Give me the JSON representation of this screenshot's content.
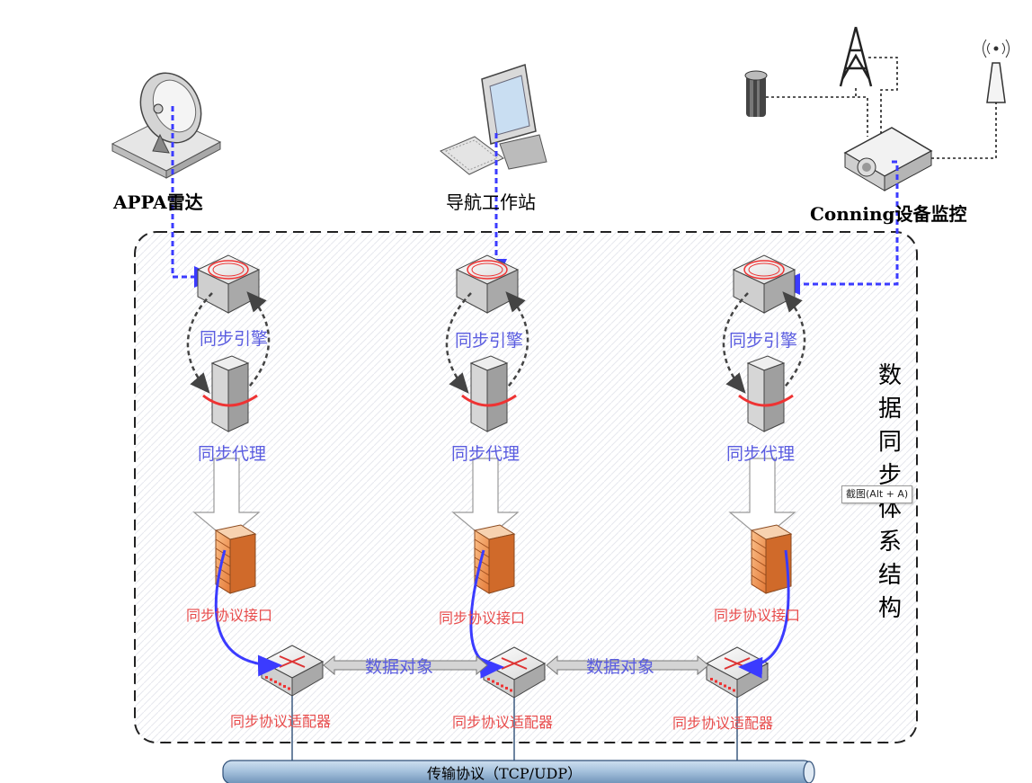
{
  "sources": [
    {
      "label": "APPA雷达",
      "icon": "radar-dish-icon"
    },
    {
      "label": "导航工作站",
      "icon": "workstation-computer-icon"
    },
    {
      "label": "Conning设备监控",
      "icon": "conning-device-icon"
    }
  ],
  "system_title": "数据同步体系结构",
  "nodes": [
    {
      "engine_label": "同步引擎",
      "agent_label": "同步代理",
      "interface_label": "同步协议接口",
      "adapter_label": "同步协议适配器"
    },
    {
      "engine_label": "同步引擎",
      "agent_label": "同步代理",
      "interface_label": "同步协议接口",
      "adapter_label": "同步协议适配器"
    },
    {
      "engine_label": "同步引擎",
      "agent_label": "同步代理",
      "interface_label": "同步协议接口",
      "adapter_label": "同步协议适配器"
    }
  ],
  "data_object_links": [
    "数据对象",
    "数据对象"
  ],
  "transport_label": "传输协议（TCP/UDP）",
  "tooltip": "截图(Alt + A)",
  "colors": {
    "blue_text": "#5a5ce0",
    "red_text": "#e84b4b",
    "flow_line": "#3b3bff",
    "firewall": "#f0a060"
  }
}
